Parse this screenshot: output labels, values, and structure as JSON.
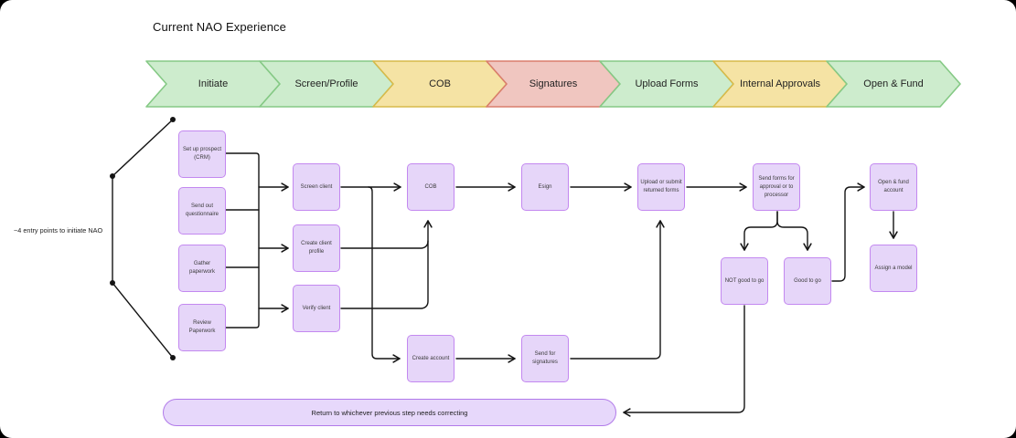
{
  "title": "Current NAO Experience",
  "annotation": "~4 entry points to initiate NAO",
  "stages": [
    {
      "label": "Initiate",
      "color": "green"
    },
    {
      "label": "Screen/Profile",
      "color": "green"
    },
    {
      "label": "COB",
      "color": "yellow"
    },
    {
      "label": "Signatures",
      "color": "red"
    },
    {
      "label": "Upload Forms",
      "color": "green"
    },
    {
      "label": "Internal Approvals",
      "color": "yellow"
    },
    {
      "label": "Open & Fund",
      "color": "green"
    }
  ],
  "nodes": {
    "setup_prospect": {
      "label": "Set up prospect (CRM)"
    },
    "send_questionnaire": {
      "label": "Send out questionnaire"
    },
    "gather_paperwork": {
      "label": "Gather paperwork"
    },
    "review_paperwork": {
      "label": "Review Paperwork"
    },
    "screen_client": {
      "label": "Screen client"
    },
    "create_profile": {
      "label": "Create client profile"
    },
    "verify_client": {
      "label": "Verify client"
    },
    "cob": {
      "label": "COB"
    },
    "create_account": {
      "label": "Create account"
    },
    "esign": {
      "label": "Esign"
    },
    "send_signatures": {
      "label": "Send for signatures"
    },
    "upload_forms": {
      "label": "Upload or submit returned forms"
    },
    "send_approval": {
      "label": "Send forms for approval or to processor"
    },
    "not_good": {
      "label": "NOT good to go"
    },
    "good": {
      "label": "Good to go"
    },
    "open_fund": {
      "label": "Open & fund account"
    },
    "assign_model": {
      "label": "Assign a model"
    }
  },
  "return_banner": {
    "label": "Return to whichever previous step needs correcting"
  },
  "colors": {
    "stage_green": "#cdeccd",
    "stage_green_border": "#85c985",
    "stage_yellow": "#f5e3a4",
    "stage_yellow_border": "#d7ba4a",
    "stage_red": "#f0c6c0",
    "stage_red_border": "#d97d6c",
    "node_fill": "#e6d6f9",
    "node_border": "#c388f0",
    "banner_fill": "#e7d8fb",
    "banner_border": "#b17ae9",
    "connector": "#141414",
    "background": "#ffffff"
  }
}
